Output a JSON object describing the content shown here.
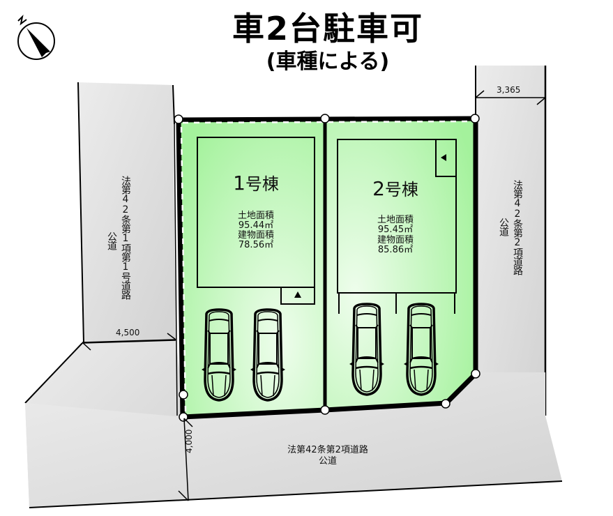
{
  "header": {
    "title": "車2台駐車可",
    "subtitle": "(車種による)"
  },
  "compass": {
    "label": "N",
    "icon": "north-arrow-icon"
  },
  "roads": {
    "left": {
      "line1": "法第42条第1項第1号道路",
      "line2": "公道",
      "width": "4,500"
    },
    "right": {
      "line1": "法第42条第2項道路",
      "line2": "公道",
      "width": "3,365"
    },
    "bottom": {
      "line1": "法第42条第2項道路",
      "line2": "公道",
      "width": "4,000"
    }
  },
  "lots": [
    {
      "name_num": "1",
      "name_suffix": "号棟",
      "land_label": "土地面積",
      "land_area": "95.44㎡",
      "building_label": "建物面積",
      "building_area": "78.56㎡",
      "entrance": "▲",
      "parking_spaces": 2
    },
    {
      "name_num": "2",
      "name_suffix": "号棟",
      "land_label": "土地面積",
      "land_area": "95.45㎡",
      "building_label": "建物面積",
      "building_area": "85.86㎡",
      "entrance": "◀",
      "parking_spaces": 2
    }
  ],
  "colors": {
    "lot_fill": "#a8f5a0",
    "lot_fill_light": "#e6fbe3",
    "road_fill": "#dcdcdc",
    "road_fill_light": "#ececec",
    "border": "#000000"
  }
}
